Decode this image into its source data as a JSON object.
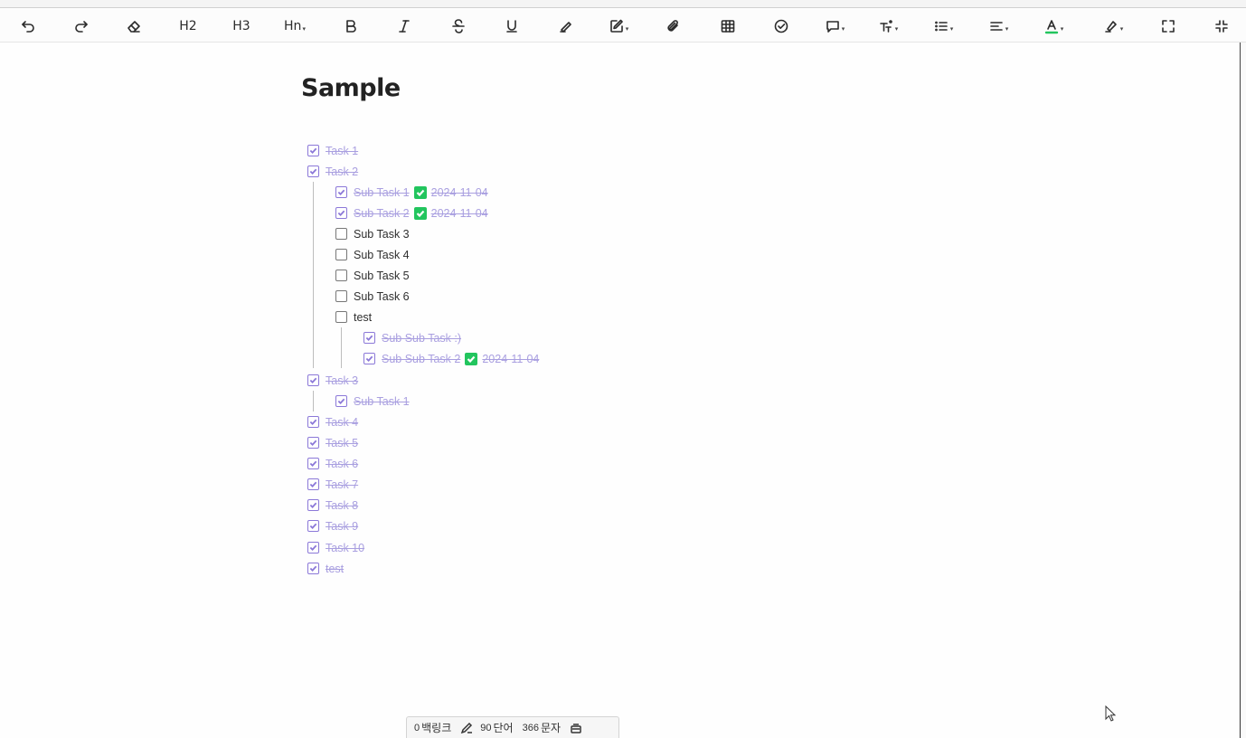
{
  "toolbar": {
    "h2_label": "H2",
    "h3_label": "H3",
    "hn_label": "Hn"
  },
  "document": {
    "title": "Sample"
  },
  "tasks": [
    {
      "label": "Task 1",
      "done": true
    },
    {
      "label": "Task 2",
      "done": true
    },
    {
      "label": "Sub Task 1",
      "done": true,
      "due": "2024-11-04"
    },
    {
      "label": "Sub Task 2",
      "done": true,
      "due": "2024-11-04"
    },
    {
      "label": "Sub Task 3",
      "done": false
    },
    {
      "label": "Sub Task 4",
      "done": false
    },
    {
      "label": "Sub Task 5",
      "done": false
    },
    {
      "label": "Sub Task 6",
      "done": false
    },
    {
      "label": "test",
      "done": false
    },
    {
      "label": "Sub Sub Task :)",
      "done": true
    },
    {
      "label": "Sub Sub Task 2",
      "done": true,
      "due": "2024-11-04"
    },
    {
      "label": "Task 3",
      "done": true
    },
    {
      "label": "Sub Task 1",
      "done": true
    },
    {
      "label": "Task 4",
      "done": true
    },
    {
      "label": "Task 5",
      "done": true
    },
    {
      "label": "Task 6",
      "done": true
    },
    {
      "label": "Task 7",
      "done": true
    },
    {
      "label": "Task 8",
      "done": true
    },
    {
      "label": "Task 9",
      "done": true
    },
    {
      "label": "Task 10",
      "done": true
    },
    {
      "label": "test",
      "done": true
    }
  ],
  "status_bar": {
    "backlinks_count": "0",
    "backlinks_label": "백링크",
    "words_count": "90",
    "words_label": "단어",
    "chars_count": "366",
    "chars_label": "문자"
  }
}
